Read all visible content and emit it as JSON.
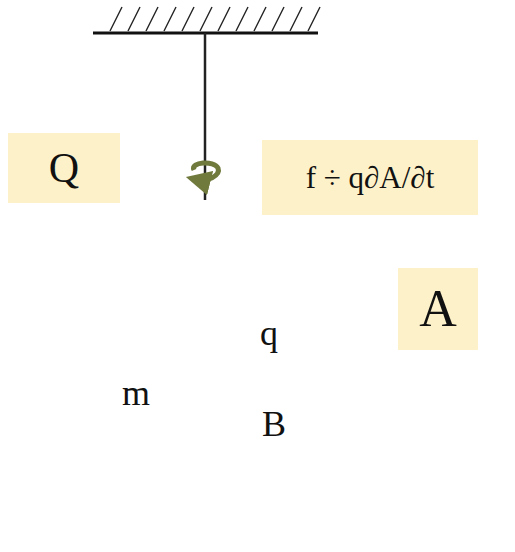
{
  "diagram": {
    "nodes": [
      {
        "text": [
          "Q"
        ]
      },
      {
        "text": [
          "f ÷ q∂A/∂t"
        ]
      },
      {
        "text": [
          "q",
          "m",
          "B"
        ]
      },
      {
        "text": [
          "A"
        ]
      }
    ]
  }
}
